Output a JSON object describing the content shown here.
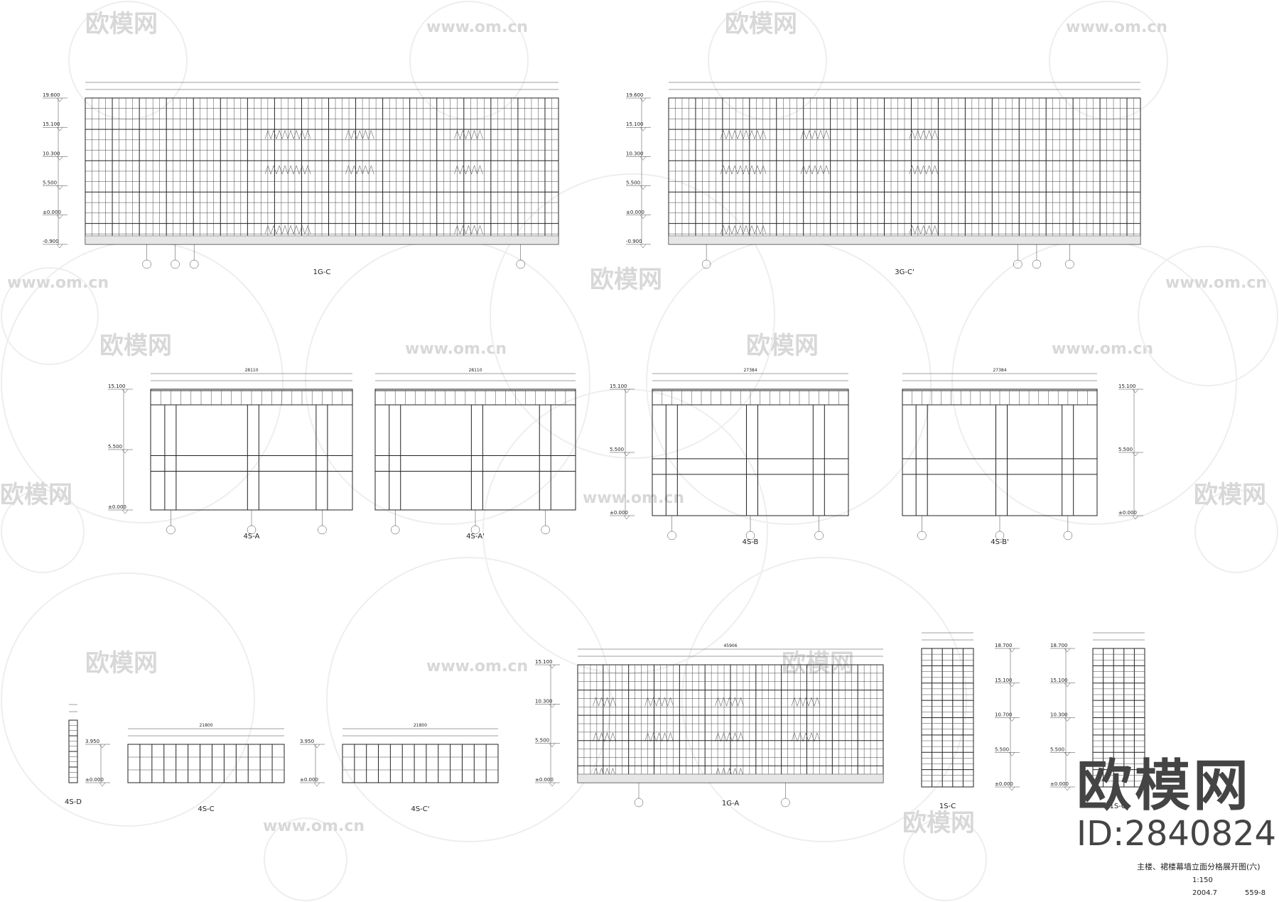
{
  "drawings": [
    {
      "label": "1G-C",
      "levels": [
        "19.600",
        "15.100",
        "10.300",
        "5.500",
        "±0.000",
        "-0.900"
      ]
    },
    {
      "label": "3G-C'",
      "levels": [
        "19.600",
        "15.100",
        "10.300",
        "5.500",
        "±0.000",
        "-0.900"
      ]
    },
    {
      "label": "4S-A",
      "levels": [
        "15.100",
        "5.500",
        "±0.000"
      ],
      "total": "28110"
    },
    {
      "label": "4S-A'",
      "levels": [],
      "total": "28110"
    },
    {
      "label": "4S-B",
      "levels": [
        "15.100",
        "5.500",
        "±0.000"
      ],
      "total": "27384"
    },
    {
      "label": "4S-B'",
      "levels": [
        "15.100",
        "5.500",
        "±0.000"
      ],
      "total": "27384"
    },
    {
      "label": "4S-D",
      "levels": []
    },
    {
      "label": "4S-C",
      "levels": [
        "3.950",
        "±0.000"
      ],
      "total": "21800"
    },
    {
      "label": "4S-C'",
      "levels": [
        "3.950",
        "±0.000"
      ],
      "total": "21800"
    },
    {
      "label": "1G-A",
      "levels": [
        "15.100",
        "10.300",
        "5.500",
        "±0.000"
      ],
      "total": "45906"
    },
    {
      "label": "1S-C",
      "levels": [
        "18.700",
        "15.100",
        "10.700",
        "5.500",
        "±0.000"
      ]
    },
    {
      "label": "1S-C'",
      "levels": [
        "18.700",
        "15.100",
        "10.300",
        "5.500",
        "±0.000"
      ]
    }
  ],
  "title_block": {
    "title": "主楼、裙楼幕墙立面分格展开图(六)",
    "scale": "1:150",
    "date": "2004.7",
    "drawing_no": "559-8"
  },
  "watermark": {
    "brand": "欧模网",
    "id": "ID:2840824",
    "url": "www.om.cn"
  }
}
